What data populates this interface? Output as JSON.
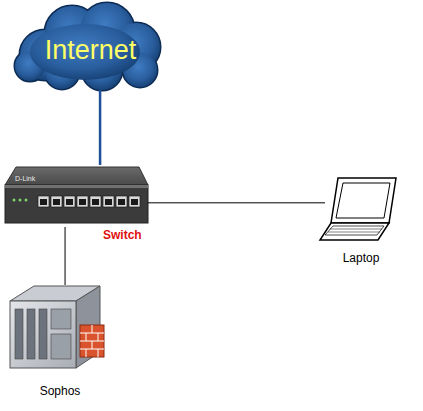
{
  "diagram": {
    "nodes": [
      {
        "text": [
          "Internet"
        ]
      },
      {
        "text": [
          "Switch"
        ]
      },
      {
        "text": [
          "Laptop"
        ]
      },
      {
        "text": [
          "Sophos"
        ]
      }
    ],
    "edges": [
      {
        "from": 0,
        "to": 1,
        "arrow": "none"
      },
      {
        "from": 1,
        "to": 2,
        "arrow": "none"
      },
      {
        "from": 1,
        "to": 3,
        "arrow": "none"
      }
    ],
    "labels": [
      "D-Link"
    ]
  }
}
